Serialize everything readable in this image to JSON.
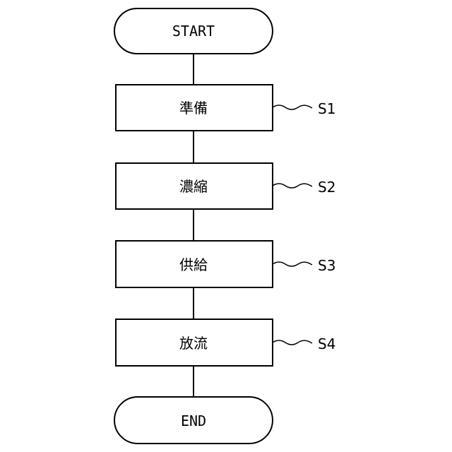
{
  "flowchart": {
    "start_label": "START",
    "end_label": "END",
    "steps": [
      {
        "text": "準備",
        "label": "S1"
      },
      {
        "text": "濃縮",
        "label": "S2"
      },
      {
        "text": "供給",
        "label": "S3"
      },
      {
        "text": "放流",
        "label": "S4"
      }
    ]
  },
  "colors": {
    "line": "#000000",
    "background": "#ffffff"
  }
}
